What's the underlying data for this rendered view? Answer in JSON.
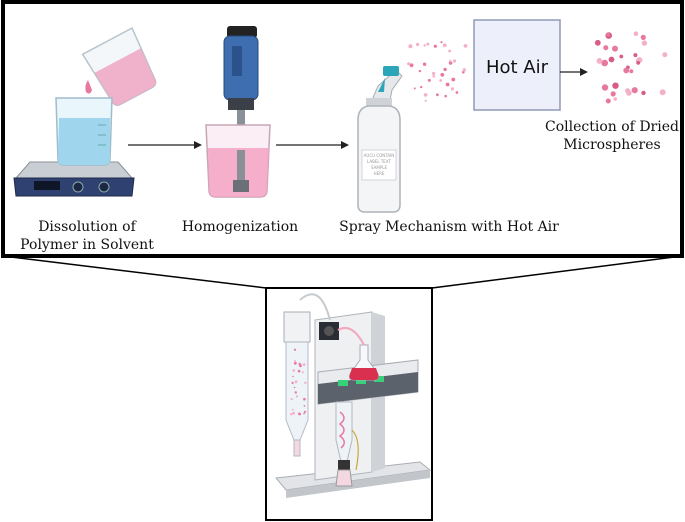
{
  "steps": [
    {
      "line1": "Dissolution of",
      "line2": "Polymer in Solvent"
    },
    {
      "line1": "Homogenization"
    },
    {
      "line1": "Spray Mechanism with Hot Air"
    },
    {
      "line1": "Collection of Dried",
      "line2": "Microspheres"
    }
  ],
  "hot_air_label": "Hot Air",
  "bottle_label": [
    "AUCU CONTAIN",
    "LABEL TEXT",
    "SAMPLE",
    "HERE"
  ],
  "colors": {
    "pink": "#e8789e",
    "light_pink": "#f3b0c8",
    "blue_liquid": "#9fd6ee",
    "hot_air_box": "#edf0fb",
    "frame": "#000000"
  }
}
